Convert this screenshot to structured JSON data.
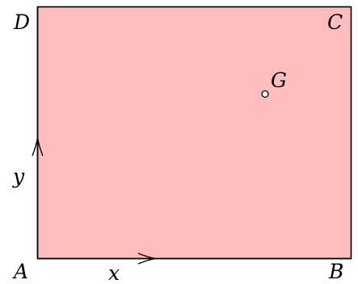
{
  "labels": {
    "A": "A",
    "B": "B",
    "C": "C",
    "D": "D",
    "G": "G",
    "x": "x",
    "y": "y"
  },
  "colors": {
    "fill": "#ffbdbd",
    "stroke": "#000000",
    "background": "#ffffff"
  }
}
